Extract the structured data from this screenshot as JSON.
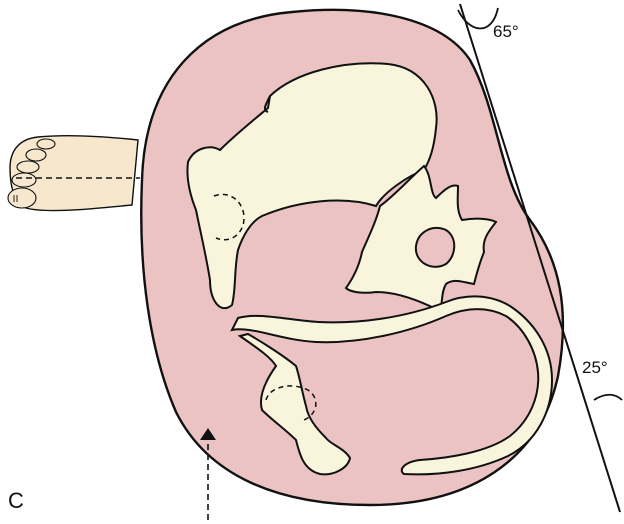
{
  "figure": {
    "panel_label": "C",
    "angle_top": "65°",
    "angle_bottom": "25°"
  },
  "colors": {
    "body_fill": "#ebc3c3",
    "bone_fill": "#f8f5dc",
    "skin_fill": "#f6e7cd",
    "outline": "#111111",
    "background": "#ffffff"
  }
}
